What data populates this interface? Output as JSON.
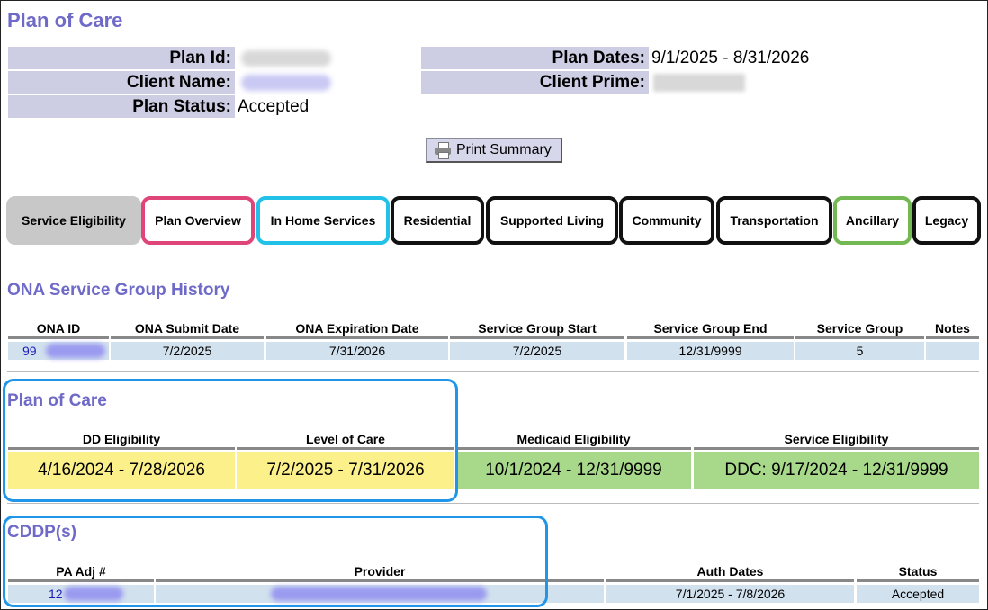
{
  "page_title": "Plan of Care",
  "info": {
    "plan_id_label": "Plan Id:",
    "client_name_label": "Client Name:",
    "plan_status_label": "Plan Status:",
    "plan_status_value": "Accepted",
    "plan_dates_label": "Plan Dates:",
    "plan_dates_value": "9/1/2025 - 8/31/2026",
    "client_prime_label": "Client Prime:"
  },
  "print_button_label": "Print Summary",
  "tabs": [
    {
      "label": "Service Eligibility"
    },
    {
      "label": "Plan Overview"
    },
    {
      "label": "In Home Services"
    },
    {
      "label": "Residential"
    },
    {
      "label": "Supported Living"
    },
    {
      "label": "Community"
    },
    {
      "label": "Transportation"
    },
    {
      "label": "Ancillary"
    },
    {
      "label": "Legacy"
    }
  ],
  "ona": {
    "title": "ONA Service Group History",
    "headers": [
      "ONA ID",
      "ONA Submit Date",
      "ONA Expiration Date",
      "Service Group Start",
      "Service Group End",
      "Service Group",
      "Notes"
    ],
    "row": {
      "ona_id": "99",
      "submit": "7/2/2025",
      "expiration": "7/31/2026",
      "sg_start": "7/2/2025",
      "sg_end": "12/31/9999",
      "group": "5",
      "notes": ""
    }
  },
  "poc": {
    "title": "Plan of Care",
    "headers": [
      "DD Eligibility",
      "Level of Care",
      "Medicaid Eligibility",
      "Service Eligibility"
    ],
    "values": [
      "4/16/2024 - 7/28/2026",
      "7/2/2025 - 7/31/2026",
      "10/1/2024 - 12/31/9999",
      "DDC: 9/17/2024 - 12/31/9999"
    ]
  },
  "cddp": {
    "title": "CDDP(s)",
    "headers": [
      "PA Adj #",
      "Provider",
      "Auth Dates",
      "Status"
    ],
    "row": {
      "pa_adj": "12",
      "provider": "",
      "auth_dates": "7/1/2025 - 7/8/2026",
      "status": "Accepted"
    }
  },
  "colors": {
    "accent": "#6f6ac8",
    "label_bg": "#cdcde4",
    "row_bg": "#d2e1ee",
    "yellow": "#fbf08a",
    "green": "#a8d98b",
    "highlight": "#2196e8"
  }
}
